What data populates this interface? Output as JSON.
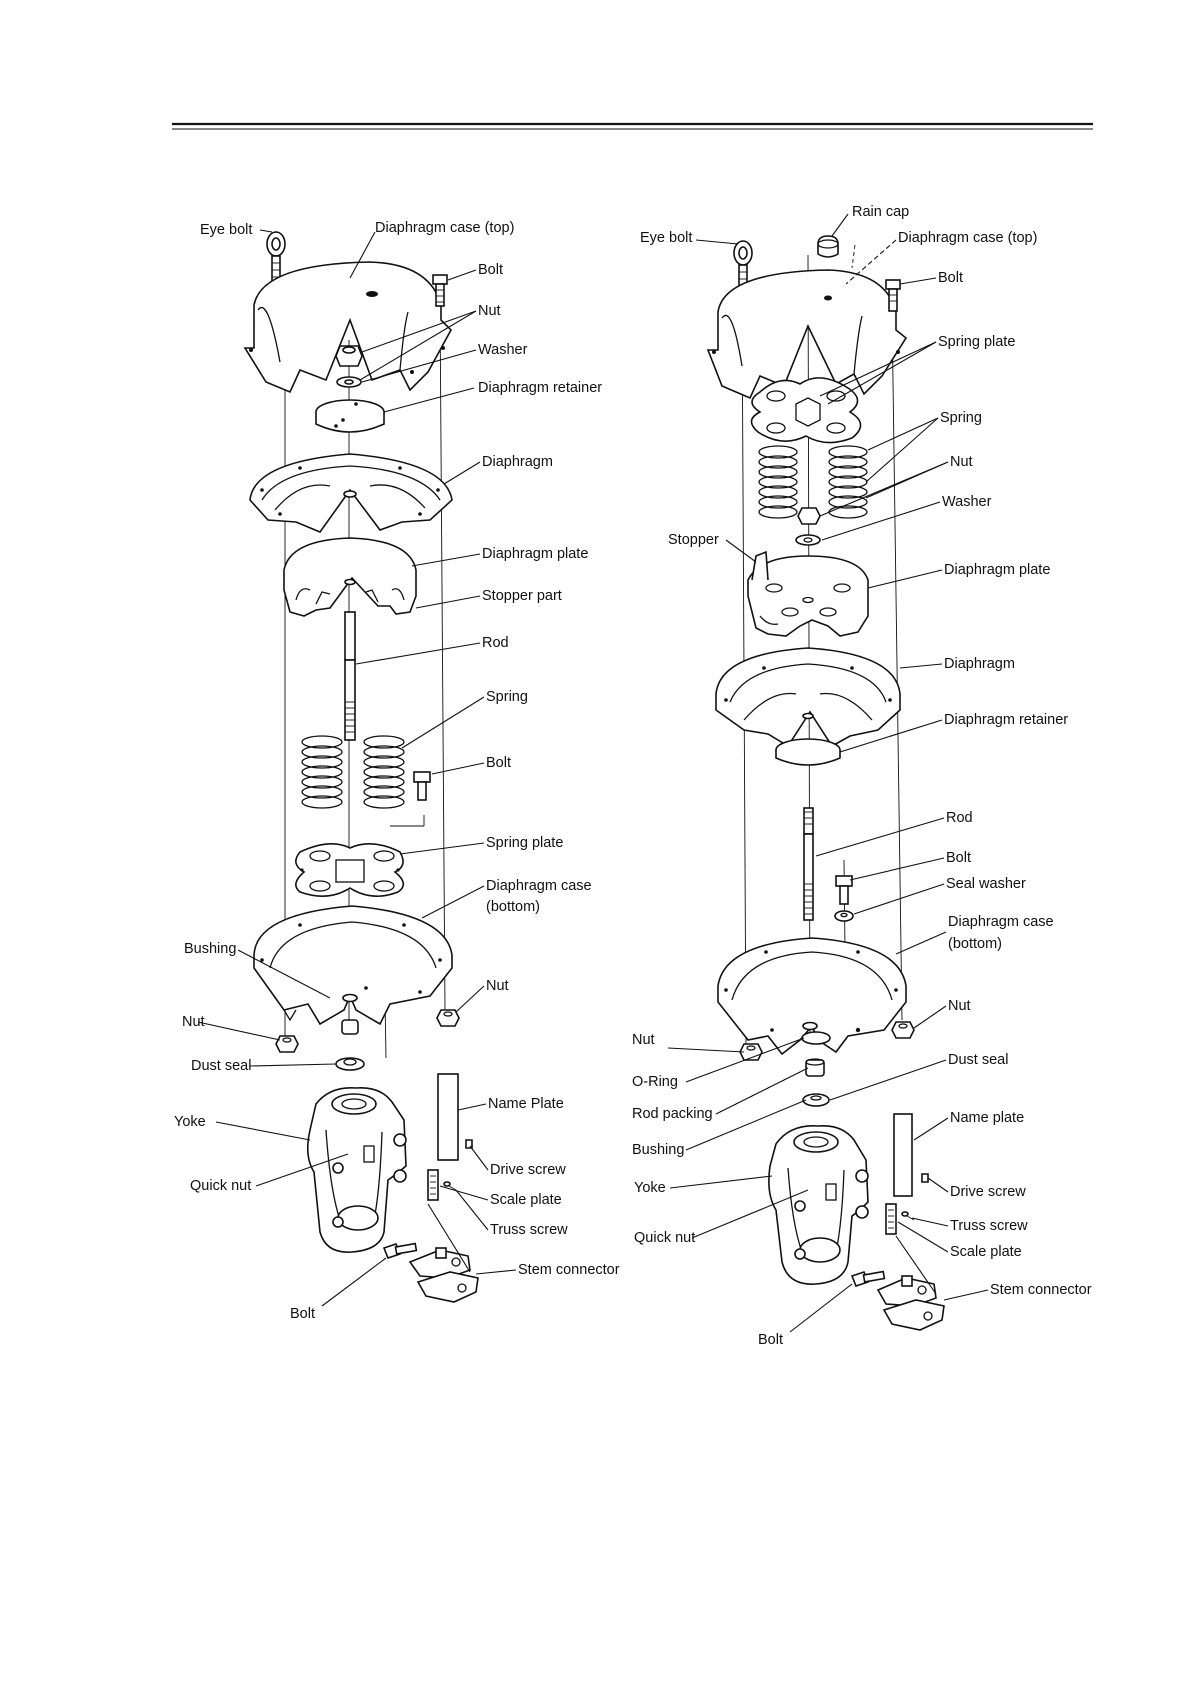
{
  "left_diagram": {
    "labels": {
      "eye_bolt": "Eye bolt",
      "diaphragm_case_top": "Diaphragm case (top)",
      "bolt_top": "Bolt",
      "nut_top": "Nut",
      "washer": "Washer",
      "diaphragm_retainer": "Diaphragm retainer",
      "diaphragm": "Diaphragm",
      "diaphragm_plate": "Diaphragm plate",
      "stopper_part": "Stopper part",
      "rod": "Rod",
      "spring": "Spring",
      "bolt_mid": "Bolt",
      "spring_plate": "Spring plate",
      "diaphragm_case_bottom_1": "Diaphragm case",
      "diaphragm_case_bottom_2": "(bottom)",
      "bushing": "Bushing",
      "nut_right": "Nut",
      "nut_left": "Nut",
      "dust_seal": "Dust seal",
      "yoke": "Yoke",
      "name_plate": "Name Plate",
      "quick_nut": "Quick nut",
      "drive_screw": "Drive screw",
      "scale_plate": "Scale plate",
      "truss_screw": "Truss screw",
      "stem_connector": "Stem connector",
      "bolt_bottom": "Bolt"
    }
  },
  "right_diagram": {
    "labels": {
      "rain_cap": "Rain cap",
      "eye_bolt": "Eye bolt",
      "diaphragm_case_top": "Diaphragm case (top)",
      "bolt_top": "Bolt",
      "spring_plate": "Spring plate",
      "spring": "Spring",
      "nut_top": "Nut",
      "washer": "Washer",
      "stopper": "Stopper",
      "diaphragm_plate": "Diaphragm plate",
      "diaphragm": "Diaphragm",
      "diaphragm_retainer": "Diaphragm retainer",
      "rod": "Rod",
      "bolt_mid": "Bolt",
      "seal_washer": "Seal washer",
      "diaphragm_case_bottom_1": "Diaphragm case",
      "diaphragm_case_bottom_2": "(bottom)",
      "nut_right": "Nut",
      "nut_left": "Nut",
      "dust_seal": "Dust seal",
      "o_ring": "O-Ring",
      "rod_packing": "Rod packing",
      "name_plate": "Name plate",
      "bushing": "Bushing",
      "drive_screw": "Drive screw",
      "yoke": "Yoke",
      "truss_screw": "Truss screw",
      "quick_nut": "Quick nut",
      "scale_plate": "Scale plate",
      "stem_connector": "Stem connector",
      "bolt_bottom": "Bolt"
    }
  }
}
